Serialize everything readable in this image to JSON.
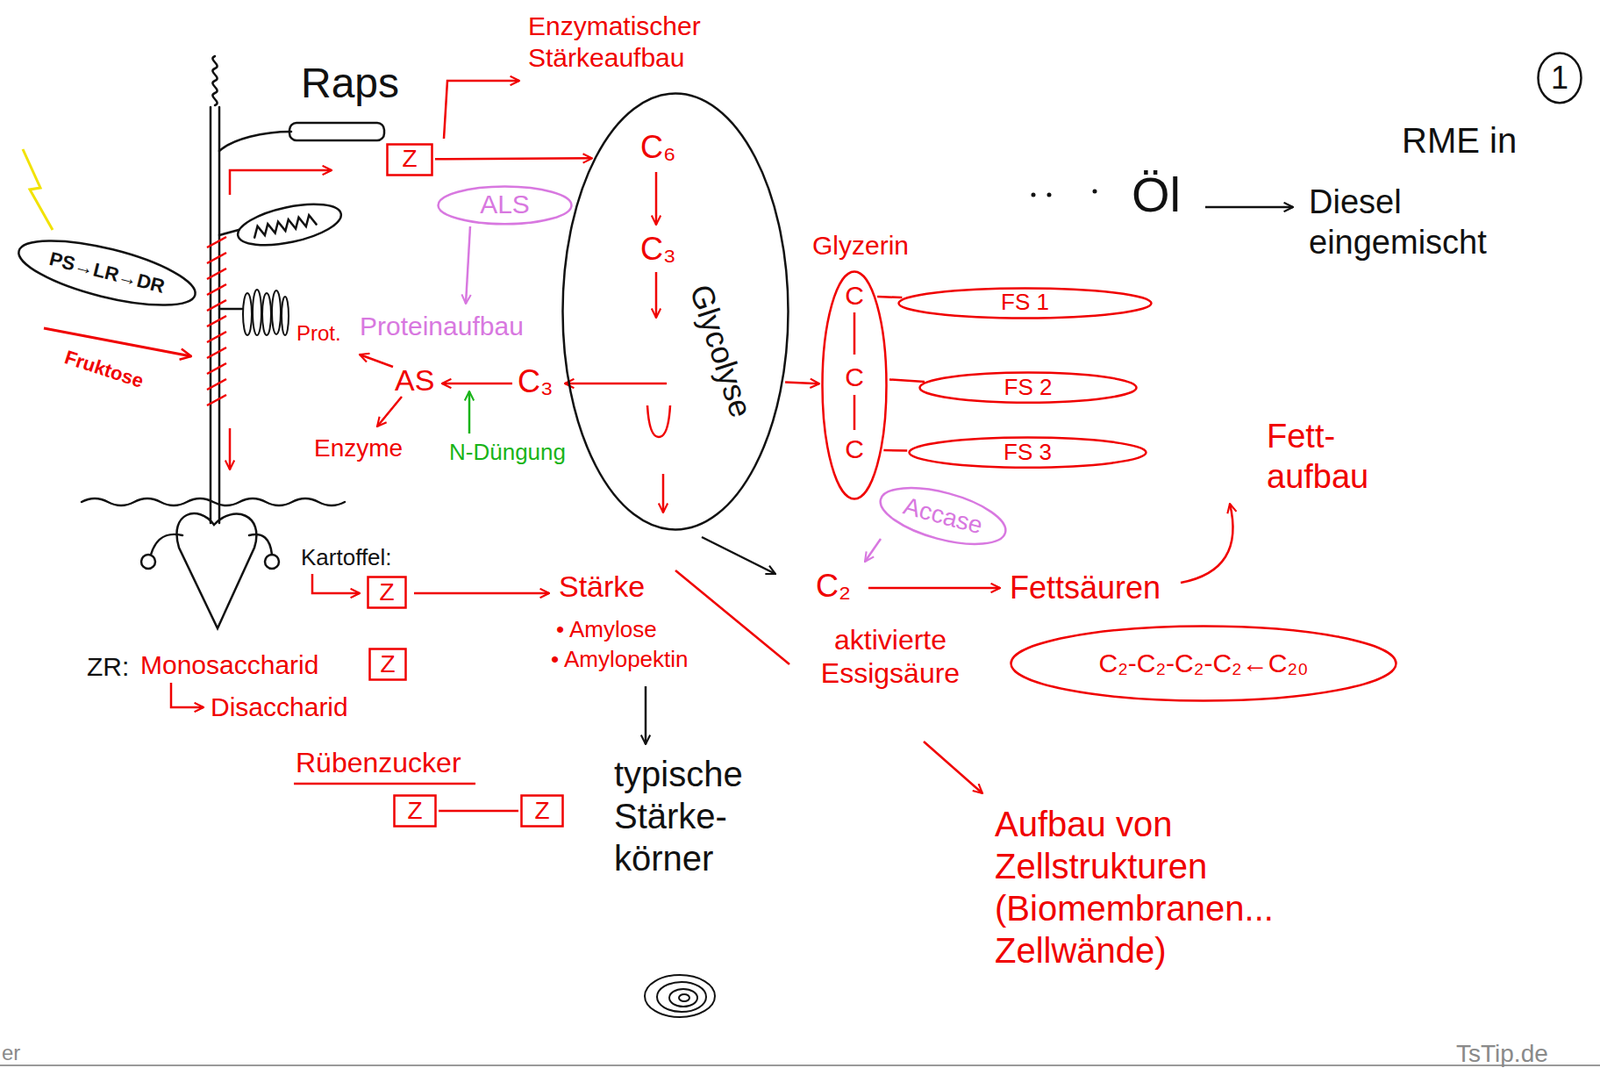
{
  "diagram": {
    "nodes": [
      {
        "text": [
          "PS→LR→DR"
        ]
      },
      {
        "text": [
          "Z"
        ]
      },
      {
        "text": [
          "ALS"
        ]
      },
      {
        "text": [
          "Glycolyse"
        ]
      },
      {
        "text": [
          "Glyzerin",
          "C",
          "C",
          "C"
        ]
      },
      {
        "text": [
          "FS 1"
        ]
      },
      {
        "text": [
          "FS 2"
        ]
      },
      {
        "text": [
          "FS 3"
        ]
      },
      {
        "text": [
          "1"
        ]
      },
      {
        "text": [
          "Accase"
        ]
      },
      {
        "text": [
          "Z"
        ]
      },
      {
        "text": [
          "Z"
        ]
      },
      {
        "text": [
          "C₂-C₂-C₂-C₂←C₂₀"
        ]
      },
      {
        "text": [
          "Z"
        ]
      },
      {
        "text": [
          "Z"
        ]
      }
    ],
    "edges": [
      {
        "from": 1,
        "to": 3,
        "arrow": "to"
      },
      {
        "from": 3,
        "to": 4,
        "arrow": "to"
      },
      {
        "from": 4,
        "to": 5,
        "arrow": "none"
      },
      {
        "from": 4,
        "to": 6,
        "arrow": "none"
      },
      {
        "from": 4,
        "to": 7,
        "arrow": "none"
      },
      {
        "from": 13,
        "to": 14,
        "arrow": "none"
      }
    ],
    "labels": [
      "Raps",
      "Enzymatischer Stärkeaufbau",
      "C₆",
      "RME in",
      "Öl",
      "Diesel eingemischt",
      "Fruktose",
      "Proteinaufbau",
      "Prot.",
      "C₃",
      "AS",
      "C₃",
      "Enzyme",
      "N-Düngung",
      "Fett- aufbau",
      "Kartoffel:",
      "Stärke",
      "• Amylose",
      "• Amylopektin",
      "C₂",
      "Fettsäuren",
      "aktivierte Essigsäure",
      "ZR:",
      "Monosaccharid",
      "Disaccharid",
      "Rübenzucker",
      "typische Stärke- körner",
      "Aufbau von Zellstrukturen (Biomembranen... Zellwände)",
      "er",
      "TsTip.de"
    ]
  }
}
